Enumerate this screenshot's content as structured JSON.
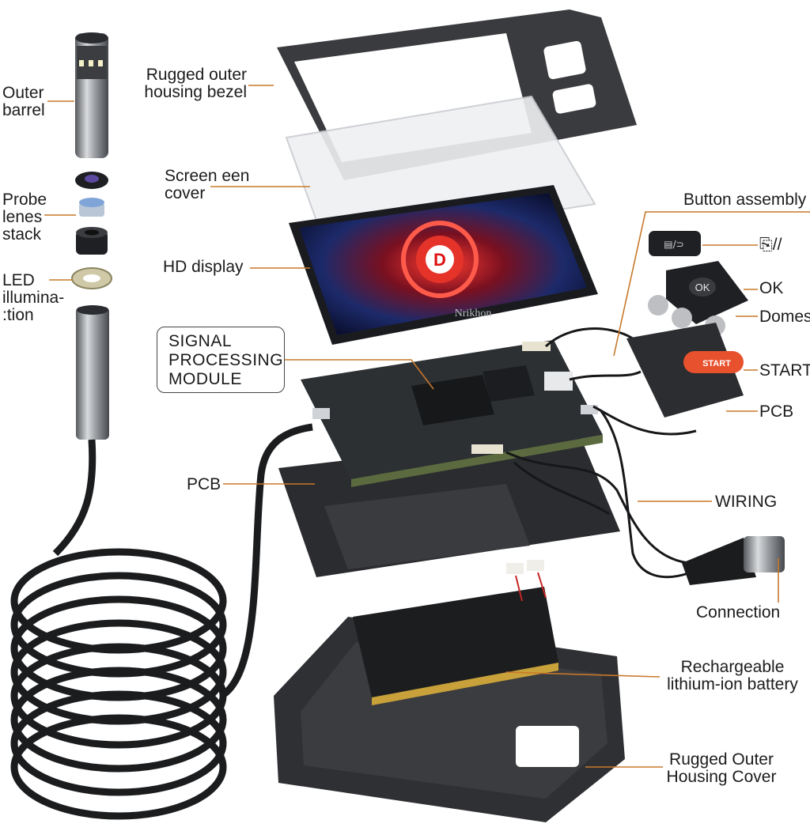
{
  "diagram": {
    "brand": "Nrikhon",
    "display_badge": "D",
    "start_button": "START",
    "ok_button": "OK",
    "home_key": "▤/⊃"
  },
  "labels": {
    "outer_barrel": "Outer\nbarrel",
    "probe_lens_stack": "Probe\nlenes\nstack",
    "led_illumination": "LED\nillumina-\n:tion",
    "bezel": "Rugged outer\nhousing bezel",
    "screen_cover": "Screen een\ncover",
    "hd_display": "HD display",
    "signal_module": "SIGNAL\nPROCESSING\nMODULE",
    "pcb_left": "PCB",
    "button_assembly": "Button assembly",
    "menu_back": "⎘//",
    "ok": "OK",
    "domes": "Domes",
    "start": "START",
    "pcb_right": "PCB",
    "wiring": "WIRING",
    "connection": "Connection",
    "battery": "Rechargeable\nlithium-ion battery",
    "housing_cover": "Rugged Outer\nHousing Cover"
  },
  "colors": {
    "leader": "#c8782a",
    "housing": "#3a3b3e",
    "board": "#2d3033",
    "start": "#e8512d",
    "display_accent": "#e5332a"
  }
}
